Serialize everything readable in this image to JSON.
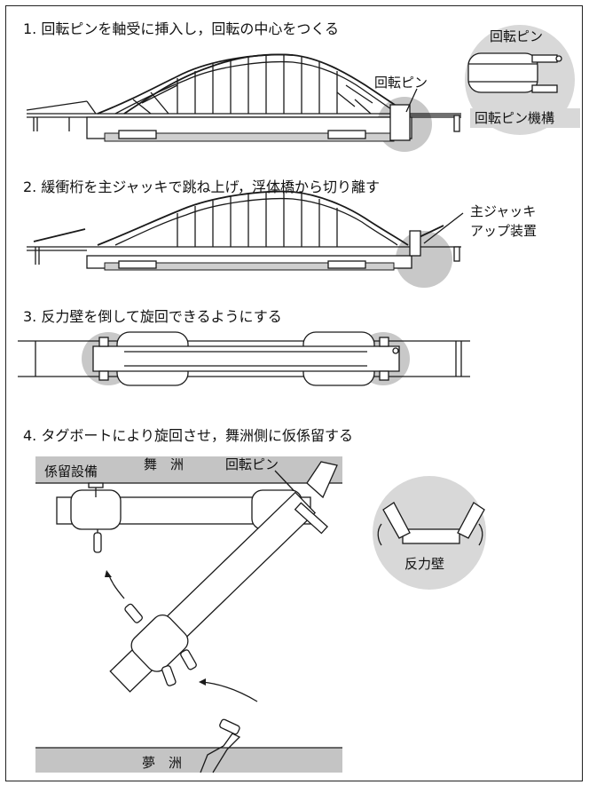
{
  "steps": [
    "1. 回転ピンを軸受に挿入し，回転の中心をつくる",
    "2. 緩衝桁を主ジャッキで跳ね上げ，浮体橋から切り離す",
    "3. 反力壁を倒して旋回できるようにする",
    "4. タグボートにより旋回させ，舞洲側に仮係留する"
  ],
  "labels": {
    "pivot_pin": "回転ピン",
    "pivot_pin_circle": "回転ピン",
    "pivot_pin_mechanism": "回転ピン機構",
    "main_jack_line1": "主ジャッキ",
    "main_jack_line2": "アップ装置",
    "mooring_equipment": "係留設備",
    "maishima": "舞　洲",
    "pivot_pin_step4": "回転ピン",
    "reaction_wall": "反力壁",
    "yumeshima": "夢　洲"
  }
}
